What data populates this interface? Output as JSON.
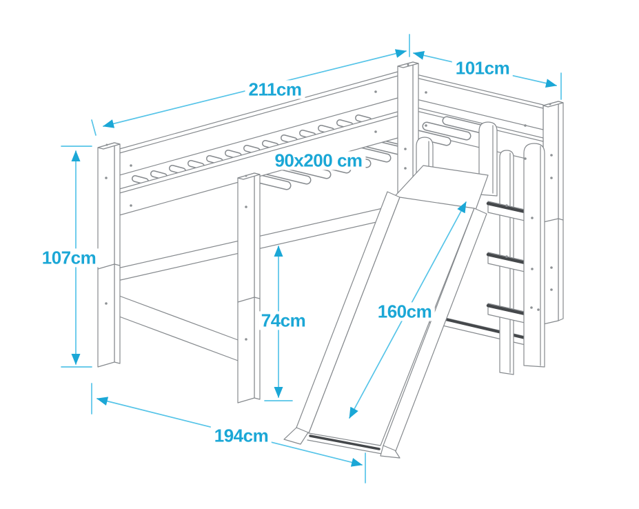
{
  "dimensions": {
    "length": "211cm",
    "width": "101cm",
    "mattress": "90x200 cm",
    "height": "107cm",
    "under_bed_clearance": "74cm",
    "slide_length": "160cm",
    "floor_width": "194cm"
  },
  "colors": {
    "dimension_text": "#1ba7d6",
    "dimension_line": "#56c4e8",
    "arrowhead": "#1ba7d6",
    "drawing_line": "#85898d",
    "dark_accent": "#45484b",
    "background": "#ffffff"
  }
}
